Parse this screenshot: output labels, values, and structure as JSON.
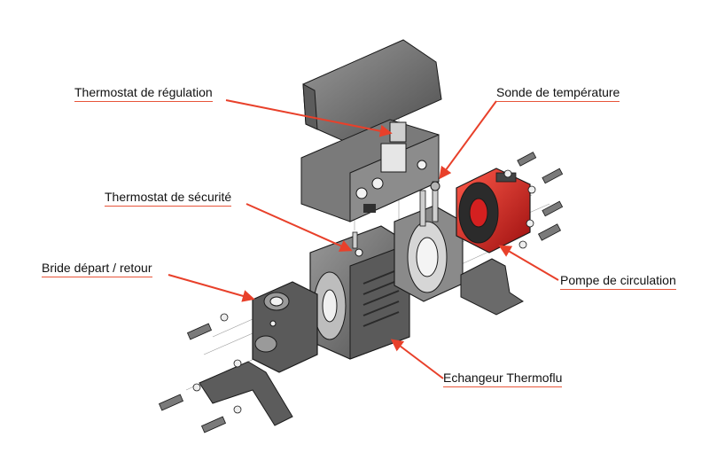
{
  "labels": {
    "thermostat_regulation": "Thermostat de régulation",
    "sonde_temperature": "Sonde de température",
    "thermostat_securite": "Thermostat de sécurité",
    "bride": "Bride départ / retour",
    "pompe": "Pompe de circulation",
    "echangeur": "Echangeur  Thermoflu"
  },
  "colors": {
    "callout": "#e8553a",
    "arrow": "#e8402a",
    "part_grey": "#6a6a6a",
    "part_dark": "#3a3a3a",
    "pump_red": "#d42020",
    "outline": "#1a1a1a"
  }
}
